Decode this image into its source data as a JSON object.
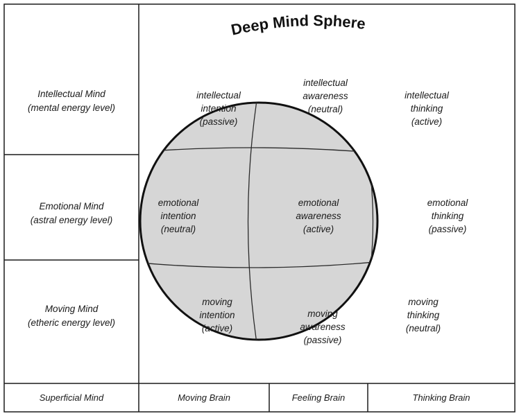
{
  "title": "Deep Mind Sphere",
  "rows": [
    {
      "name": "Intellectual Mind",
      "sub": "(mental energy level)"
    },
    {
      "name": "Emotional Mind",
      "sub": "(astral energy level)"
    },
    {
      "name": "Moving Mind",
      "sub": "(etheric energy level)"
    }
  ],
  "bottom_row": {
    "label": "Superficial Mind",
    "columns": [
      "Moving Brain",
      "Feeling Brain",
      "Thinking Brain"
    ]
  },
  "cells": {
    "r1": [
      {
        "l1": "intellectual",
        "l2": "intention",
        "l3": "(passive)"
      },
      {
        "l1": "intellectual",
        "l2": "awareness",
        "l3": "(neutral)"
      },
      {
        "l1": "intellectual",
        "l2": "thinking",
        "l3": "(active)"
      }
    ],
    "r2": [
      {
        "l1": "emotional",
        "l2": "intention",
        "l3": "(neutral)"
      },
      {
        "l1": "emotional",
        "l2": "awareness",
        "l3": "(active)"
      },
      {
        "l1": "emotional",
        "l2": "thinking",
        "l3": "(passive)"
      }
    ],
    "r3": [
      {
        "l1": "moving",
        "l2": "intention",
        "l3": "(active)"
      },
      {
        "l1": "moving",
        "l2": "awareness",
        "l3": "(passive)"
      },
      {
        "l1": "moving",
        "l2": "thinking",
        "l3": "(neutral)"
      }
    ]
  },
  "colors": {
    "sphere_fill": "#d6d6d6",
    "line": "#1a1a1a"
  }
}
